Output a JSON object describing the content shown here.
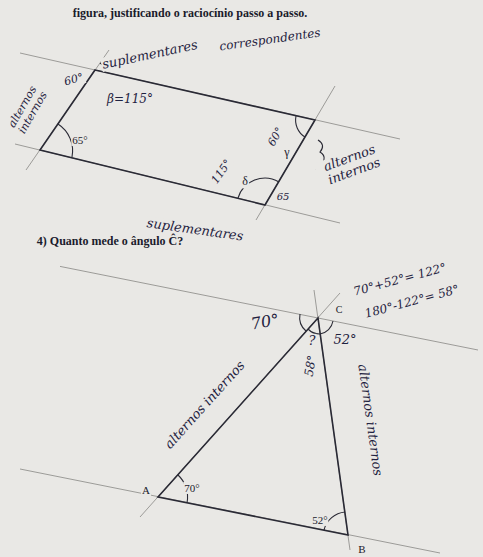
{
  "diagram": {
    "labels": [
      "figura, justificando o raciocínio passo a passo.",
      "suplementares",
      "correspondentes",
      "60°",
      "alternos internos",
      "β=115°",
      "65°",
      "60°",
      "γ",
      "115°",
      "δ",
      "65",
      "alternos internos",
      "suplementares",
      "4) Quanto mede o ângulo Ĉ?",
      "C",
      "70°+52°= 122°",
      "180°-122°= 58°",
      "70°",
      "52°",
      "?",
      "58°",
      "alternos internos",
      "alternos internos",
      "A",
      "70°",
      "52°",
      "B"
    ]
  }
}
